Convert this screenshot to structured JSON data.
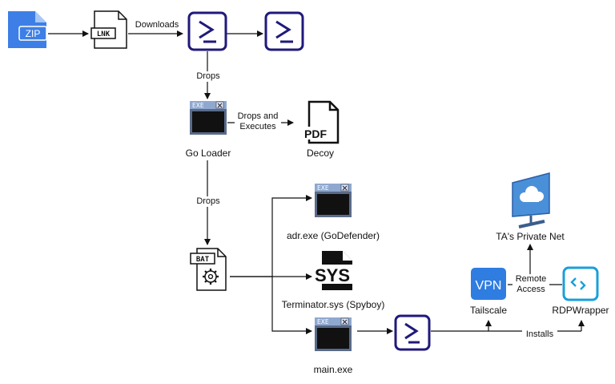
{
  "nodes": {
    "zip": {
      "text": "ZIP"
    },
    "lnk": {
      "text": "LNK"
    },
    "go_loader": {
      "text": "EXE",
      "label": "Go Loader"
    },
    "pdf": {
      "text": "PDF",
      "label": "Decoy"
    },
    "bat": {
      "text": "BAT"
    },
    "adr": {
      "text": "EXE",
      "label": "adr.exe (GoDefender)"
    },
    "sys": {
      "text": "SYS",
      "label": "Terminator.sys (Spyboy)"
    },
    "main": {
      "text": "EXE",
      "label": "main.exe"
    },
    "vpn": {
      "text": "VPN",
      "label": "Tailscale"
    },
    "rdp": {
      "label": "RDPWrapper"
    },
    "net": {
      "label": "TA's Private Net"
    }
  },
  "edges": {
    "downloads": "Downloads",
    "drops1": "Drops",
    "drops_exec_1": "Drops and",
    "drops_exec_2": "Executes",
    "drops2": "Drops",
    "remote_1": "Remote",
    "remote_2": "Access",
    "installs": "Installs"
  },
  "colors": {
    "zip_blue": "#3d7fe6",
    "powershell_navy": "#1f1a7a",
    "vpn_blue": "#2f7de0",
    "rdp_cyan": "#1a9fd9",
    "cloud_blue": "#4a90d9"
  }
}
